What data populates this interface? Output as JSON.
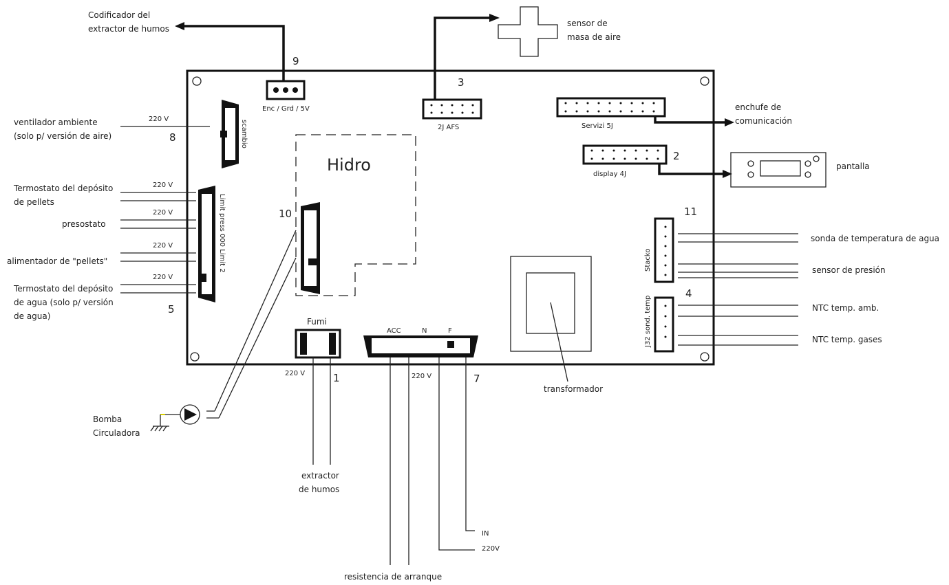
{
  "colors": {
    "line": "#111111",
    "text": "#222222",
    "numbers_blue": "#3a4a8a",
    "ground_accent": "#d8d000"
  },
  "labels": {
    "codificador": [
      "Codificador del",
      "extractor de humos"
    ],
    "sensor_masa": [
      "sensor de",
      "masa de aire"
    ],
    "enchufe": [
      "enchufe de",
      "comunicación"
    ],
    "pantalla": "pantalla",
    "ventilador": [
      "ventilador ambiente",
      "(solo p/ versión de aire)"
    ],
    "termostato_pellets": [
      "Termostato del depósito",
      "de pellets"
    ],
    "presostato": "presostato",
    "alimentador": "alimentador de \"pellets\"",
    "termostato_agua": [
      "Termostato del depósito",
      "de agua (solo p/ versión",
      "de agua)"
    ],
    "bomba": [
      "Bomba",
      "Circuladora"
    ],
    "extractor": [
      "extractor",
      "de humos"
    ],
    "resistencia": "resistencia de arranque",
    "in_220": [
      "IN",
      "220V"
    ],
    "transformador": "transformador",
    "sonda_agua": "sonda de temperatura de agua",
    "sensor_presion": "sensor de presión",
    "ntc_amb": "NTC temp. amb.",
    "ntc_gases": "NTC temp. gases"
  },
  "connectors": {
    "enc": "Enc / Grd / 5V",
    "j2_afs": "2J AFS",
    "servizi": "Servizi 5J",
    "display": "display 4J",
    "scambio": "scambio",
    "limit": "Limit press 000 Limit 2",
    "fumi": "Fumi",
    "acc": "ACC",
    "n": "N",
    "f": "F",
    "stacko": "Stacko",
    "sond_temp": "J32 sond. temp",
    "hidro": "Hidro"
  },
  "numbers": {
    "n9": "9",
    "n3": "3",
    "n2": "2",
    "n8": "8",
    "n10": "10",
    "n11": "11",
    "n4": "4",
    "n5": "5",
    "n1": "1",
    "n7": "7"
  },
  "voltages": {
    "v_vent": "220 V",
    "v_pel": "220 V",
    "v_pres": "220 V",
    "v_alim": "220 V",
    "v_agua": "220 V",
    "v_fumi": "220 V",
    "v_acc": "220 V"
  }
}
